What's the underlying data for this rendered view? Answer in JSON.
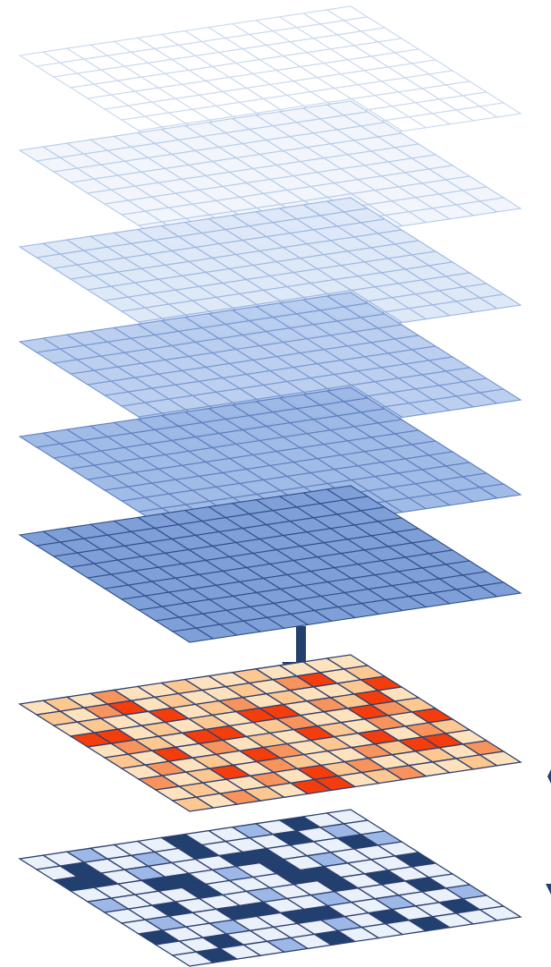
{
  "grid": {
    "rows": 10,
    "cols": 14
  },
  "layers": [
    {
      "id": "layer-1",
      "fill": "#ffffff",
      "stroke": "#c9d8ee",
      "opacity": 1.0
    },
    {
      "id": "layer-2",
      "fill": "#f2f6fc",
      "stroke": "#b6cbea",
      "opacity": 1.0
    },
    {
      "id": "layer-3",
      "fill": "#dde8f8",
      "stroke": "#98b3e0",
      "opacity": 0.95
    },
    {
      "id": "layer-4",
      "fill": "#b9cdef",
      "stroke": "#6f92cf",
      "opacity": 0.95
    },
    {
      "id": "layer-5",
      "fill": "#9db8e6",
      "stroke": "#5579bd",
      "opacity": 0.95
    },
    {
      "id": "layer-6",
      "fill": "#7f9fd9",
      "stroke": "#2f4f86",
      "opacity": 1.0
    }
  ],
  "heat_palette": [
    "#fde2bd",
    "#fcc791",
    "#f7935c",
    "#f43d0c"
  ],
  "heat_stroke": "#2c3e6e",
  "heat_levels": [
    [
      0,
      1,
      0,
      2,
      0,
      0,
      1,
      0,
      0,
      1,
      0,
      0,
      0,
      0
    ],
    [
      1,
      0,
      2,
      3,
      0,
      1,
      0,
      0,
      1,
      0,
      2,
      3,
      0,
      1
    ],
    [
      0,
      1,
      0,
      0,
      3,
      0,
      1,
      2,
      0,
      1,
      0,
      0,
      1,
      3
    ],
    [
      3,
      3,
      0,
      1,
      0,
      1,
      0,
      3,
      3,
      0,
      2,
      1,
      3,
      0
    ],
    [
      0,
      2,
      1,
      0,
      3,
      3,
      0,
      1,
      2,
      0,
      0,
      3,
      2,
      1
    ],
    [
      1,
      0,
      3,
      0,
      2,
      0,
      1,
      0,
      3,
      1,
      0,
      2,
      0,
      3
    ],
    [
      0,
      2,
      0,
      1,
      0,
      3,
      2,
      0,
      1,
      0,
      3,
      0,
      2,
      1
    ],
    [
      2,
      0,
      1,
      3,
      0,
      2,
      1,
      0,
      0,
      2,
      1,
      3,
      3,
      0
    ],
    [
      0,
      1,
      0,
      0,
      2,
      0,
      3,
      1,
      2,
      0,
      0,
      1,
      0,
      2
    ],
    [
      1,
      0,
      2,
      1,
      0,
      3,
      3,
      0,
      1,
      2,
      0,
      0,
      1,
      0
    ]
  ],
  "mask_palette": [
    "#eaf1fb",
    "#9db8e6",
    "#213f6f"
  ],
  "mask_stroke": "#2c3e6e",
  "mask_levels": [
    [
      0,
      0,
      1,
      0,
      0,
      0,
      2,
      0,
      0,
      1,
      0,
      2,
      0,
      0
    ],
    [
      0,
      2,
      0,
      0,
      1,
      0,
      2,
      0,
      0,
      0,
      2,
      0,
      1,
      0
    ],
    [
      2,
      2,
      0,
      1,
      0,
      0,
      0,
      2,
      2,
      0,
      0,
      0,
      2,
      1
    ],
    [
      0,
      0,
      0,
      2,
      2,
      0,
      1,
      0,
      2,
      0,
      1,
      0,
      0,
      0
    ],
    [
      1,
      0,
      0,
      0,
      2,
      0,
      0,
      0,
      2,
      2,
      0,
      0,
      0,
      2
    ],
    [
      0,
      0,
      2,
      0,
      0,
      0,
      1,
      0,
      0,
      2,
      0,
      2,
      0,
      0
    ],
    [
      0,
      1,
      0,
      0,
      2,
      2,
      0,
      0,
      1,
      0,
      0,
      0,
      2,
      0
    ],
    [
      2,
      0,
      0,
      1,
      0,
      0,
      2,
      2,
      0,
      0,
      1,
      0,
      0,
      1
    ],
    [
      0,
      0,
      2,
      0,
      0,
      0,
      0,
      1,
      0,
      2,
      0,
      0,
      2,
      0
    ],
    [
      0,
      2,
      0,
      0,
      1,
      0,
      2,
      0,
      0,
      0,
      2,
      0,
      0,
      0
    ]
  ],
  "arrow_color": "#24406f"
}
